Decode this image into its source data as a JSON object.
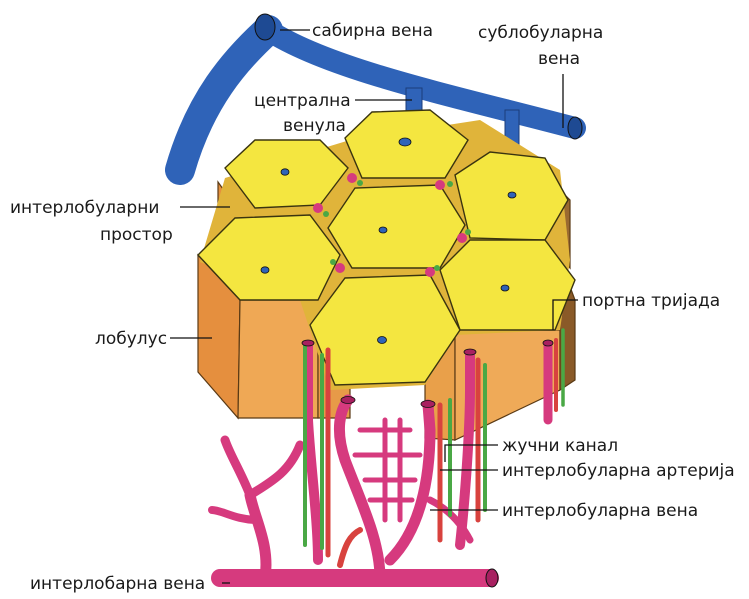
{
  "labels": {
    "collecting_vein": "сабирна вена",
    "sublobular_vein_1": "сублобуларна",
    "sublobular_vein_2": "вена",
    "central_venule_1": "централна",
    "central_venule_2": "венула",
    "interlobular_space_1": "интерлобуларни",
    "interlobular_space_2": "простор",
    "lobule": "лобулус",
    "portal_triad": "портна тријада",
    "bile_duct": "жучни канал",
    "interlobular_artery": "интерлобуларна артерија",
    "interlobular_vein": "интерлобуларна вена",
    "interlobar_vein": "интерлобарна вена"
  },
  "colors": {
    "hepatic_vein": "#2f63b8",
    "lobule_top": "#f4e640",
    "lobule_side": "#e9a04a",
    "portal_vein": "#d63a7e",
    "artery": "#d8423e",
    "bile_duct": "#4aa845",
    "interlobular_space": "#e0b43a"
  }
}
